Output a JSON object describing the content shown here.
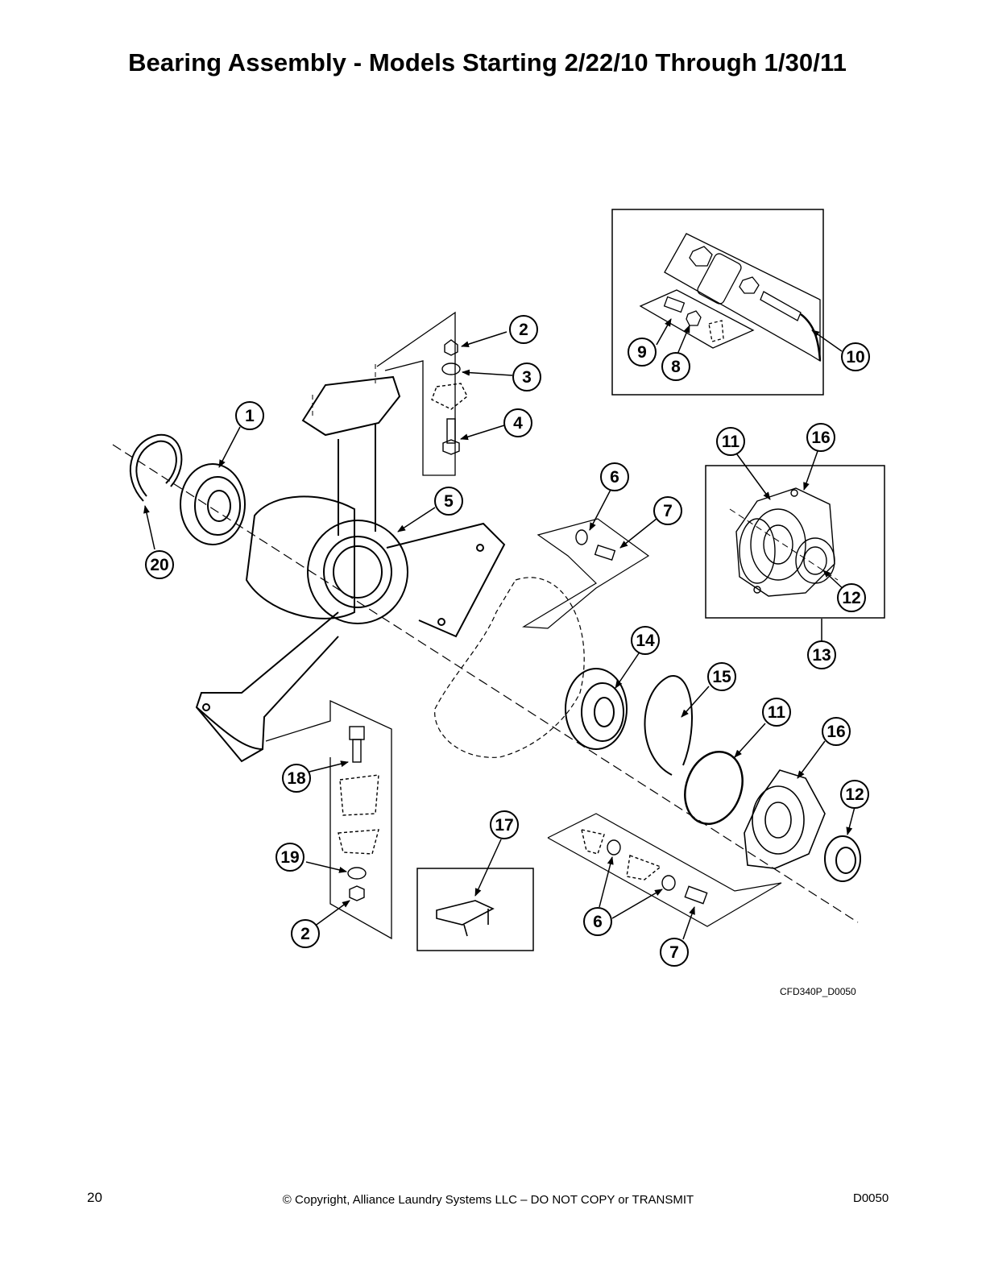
{
  "page": {
    "title": "Bearing Assembly - Models Starting 2/22/10 Through 1/30/11",
    "reference_code": "CFD340P_D0050",
    "page_number": "20",
    "copyright": "© Copyright, Alliance Laundry Systems LLC – DO NOT COPY or TRANSMIT",
    "document_code": "D0050"
  },
  "callouts": [
    {
      "id": "c1",
      "number": "1"
    },
    {
      "id": "c2a",
      "number": "2"
    },
    {
      "id": "c3",
      "number": "3"
    },
    {
      "id": "c4",
      "number": "4"
    },
    {
      "id": "c5",
      "number": "5"
    },
    {
      "id": "c6a",
      "number": "6"
    },
    {
      "id": "c7a",
      "number": "7"
    },
    {
      "id": "c8",
      "number": "8"
    },
    {
      "id": "c9",
      "number": "9"
    },
    {
      "id": "c10",
      "number": "10"
    },
    {
      "id": "c11a",
      "number": "11"
    },
    {
      "id": "c16a",
      "number": "16"
    },
    {
      "id": "c12a",
      "number": "12"
    },
    {
      "id": "c13",
      "number": "13"
    },
    {
      "id": "c14",
      "number": "14"
    },
    {
      "id": "c15",
      "number": "15"
    },
    {
      "id": "c11b",
      "number": "11"
    },
    {
      "id": "c16b",
      "number": "16"
    },
    {
      "id": "c12b",
      "number": "12"
    },
    {
      "id": "c17",
      "number": "17"
    },
    {
      "id": "c18",
      "number": "18"
    },
    {
      "id": "c19",
      "number": "19"
    },
    {
      "id": "c2b",
      "number": "2"
    },
    {
      "id": "c6b",
      "number": "6"
    },
    {
      "id": "c7b",
      "number": "7"
    },
    {
      "id": "c20",
      "number": "20"
    }
  ]
}
